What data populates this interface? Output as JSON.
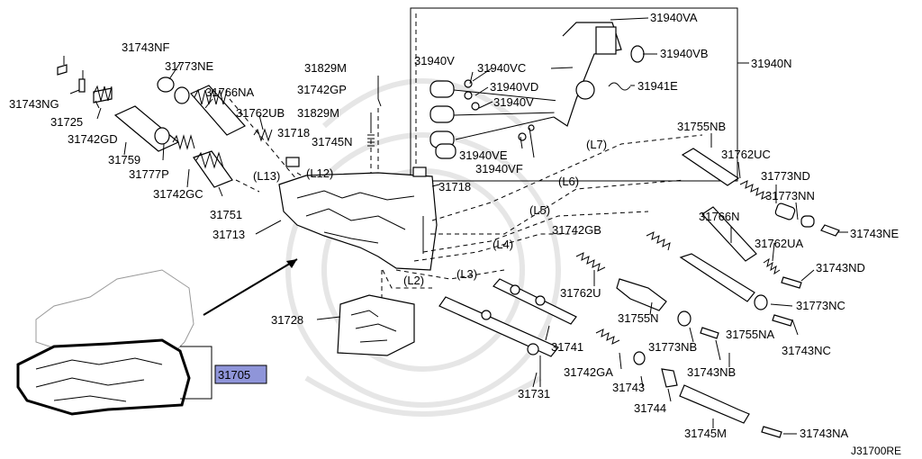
{
  "diagram_code": "J31700RE",
  "highlight_color": "#8f95d9",
  "highlighted_part": "31705",
  "parts": {
    "p31743NF": "31743NF",
    "p31773NE": "31773NE",
    "p31766NA": "31766NA",
    "p31743NG": "31743NG",
    "p31725": "31725",
    "p31742GD": "31742GD",
    "p31759": "31759",
    "p31777P": "31777P",
    "p31742GC": "31742GC",
    "p31751": "31751",
    "p31713": "31713",
    "p31762UB": "31762UB",
    "p31718a": "31718",
    "p31718b": "31718",
    "p31829Ma": "31829M",
    "p31829Mb": "31829M",
    "p31742GP": "31742GP",
    "p31745N": "31745N",
    "p31940VA": "31940VA",
    "p31940VB": "31940VB",
    "p31940N": "31940N",
    "p31940V_a": "31940V",
    "p31940V_b": "31940V",
    "p31940VC": "31940VC",
    "p31940VD": "31940VD",
    "p31941E": "31941E",
    "p31940VE": "31940VE",
    "p31940VF": "31940VF",
    "p31755NB": "31755NB",
    "p31762UC": "31762UC",
    "p31773ND": "31773ND",
    "p31773NN": "31773NN",
    "p31743NE": "31743NE",
    "p31766N": "31766N",
    "p31762UA": "31762UA",
    "p31743ND": "31743ND",
    "p31742GB": "31742GB",
    "p31762U": "31762U",
    "p31755N": "31755N",
    "p31773NC": "31773NC",
    "p31755NA": "31755NA",
    "p31743NC": "31743NC",
    "p31728": "31728",
    "p31741": "31741",
    "p31773NB": "31773NB",
    "p31743NB": "31743NB",
    "p31742GA": "31742GA",
    "p31743": "31743",
    "p31744": "31744",
    "p31731": "31731",
    "p31745M": "31745M",
    "p31743NA": "31743NA"
  },
  "lines": {
    "L2": "(L2)",
    "L3": "(L3)",
    "L4": "(L4)",
    "L5": "(L5)",
    "L6": "(L6)",
    "L7": "(L7)",
    "L12": "(L12)",
    "L13": "(L13)"
  }
}
